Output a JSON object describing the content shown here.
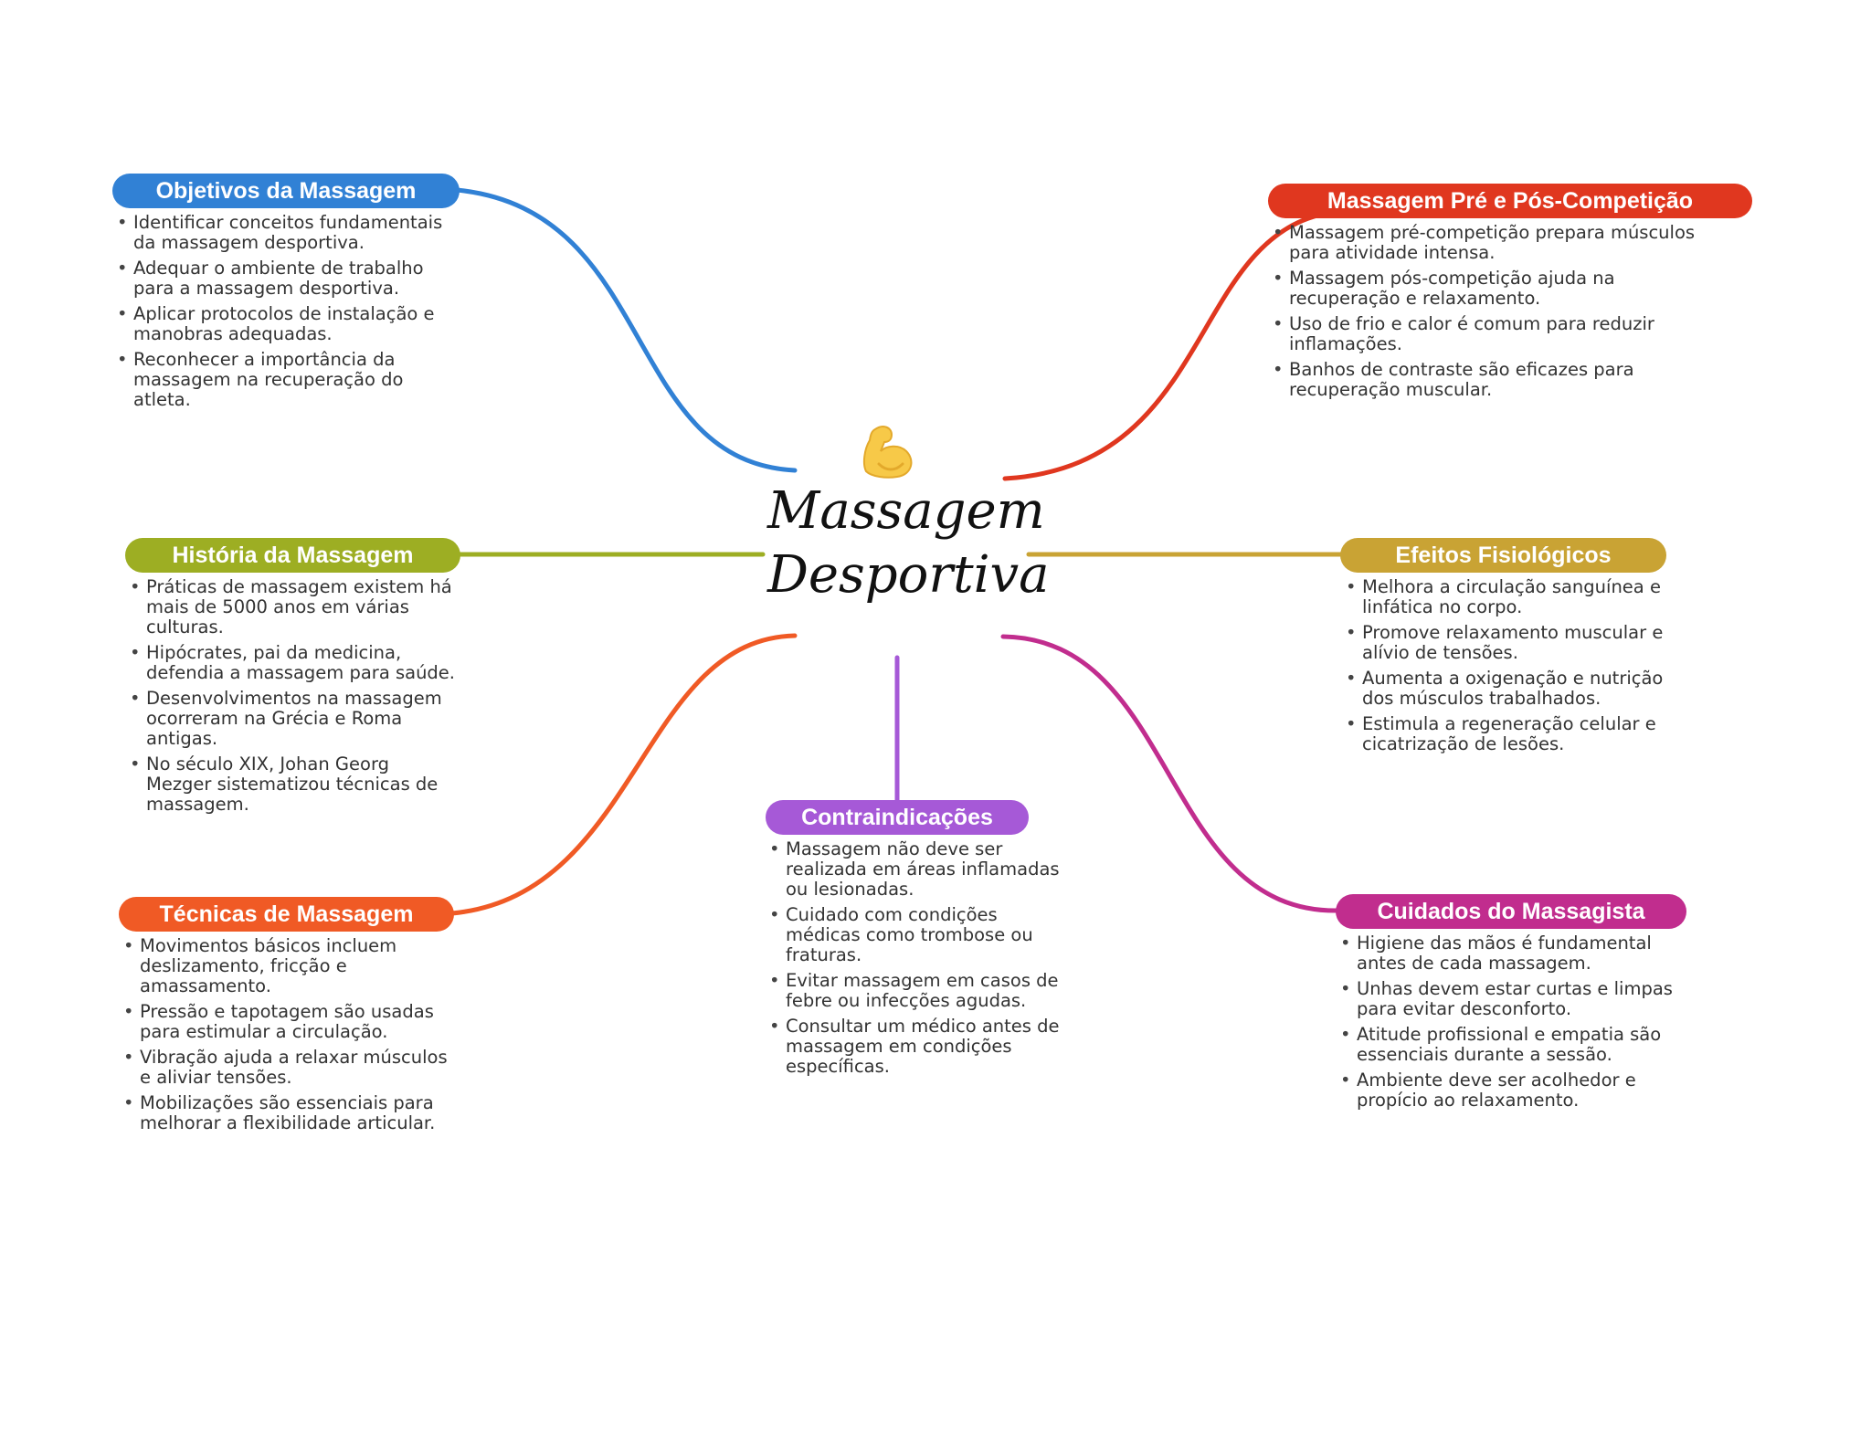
{
  "central": {
    "title_line1": "Massagem",
    "title_line2": "Desportiva",
    "icon": "flexed-biceps-icon"
  },
  "colors": {
    "blue": "#3181D5",
    "red": "#E0371F",
    "olive": "#9DAE23",
    "gold": "#C9A334",
    "orange": "#F05A25",
    "purple": "#A659D7",
    "magenta": "#C12D8E"
  },
  "branches": [
    {
      "id": "objetivos",
      "title": "Objetivos da Massagem",
      "color": "#3181D5",
      "items": [
        "Identificar conceitos fundamentais da massagem desportiva.",
        "Adequar o ambiente de trabalho para a massagem desportiva.",
        "Aplicar protocolos de instalação e manobras adequadas.",
        "Reconhecer a importância da massagem na recuperação do atleta."
      ]
    },
    {
      "id": "historia",
      "title": "História da Massagem",
      "color": "#9DAE23",
      "items": [
        "Práticas de massagem existem há mais de 5000 anos em várias culturas.",
        "Hipócrates, pai da medicina, defendia a massagem para saúde.",
        "Desenvolvimentos na massagem ocorreram na Grécia e Roma antigas.",
        "No século XIX, Johan Georg Mezger sistematizou técnicas de massagem."
      ]
    },
    {
      "id": "tecnicas",
      "title": "Técnicas de Massagem",
      "color": "#F05A25",
      "items": [
        "Movimentos básicos incluem deslizamento, fricção e amassamento.",
        "Pressão e tapotagem são usadas para estimular a circulação.",
        "Vibração ajuda a relaxar músculos e aliviar tensões.",
        "Mobilizações são essenciais para melhorar a flexibilidade articular."
      ]
    },
    {
      "id": "contraindicacoes",
      "title": "Contraindicações",
      "color": "#A659D7",
      "items": [
        "Massagem não deve ser realizada em áreas inflamadas ou lesionadas.",
        "Cuidado com condições médicas como trombose ou fraturas.",
        "Evitar massagem em casos de febre ou infecções agudas.",
        "Consultar um médico antes de massagem em condições específicas."
      ]
    },
    {
      "id": "pre-pos",
      "title": "Massagem Pré e Pós-Competição",
      "color": "#E0371F",
      "items": [
        "Massagem pré-competição prepara músculos para atividade intensa.",
        "Massagem pós-competição ajuda na recuperação e relaxamento.",
        "Uso de frio e calor é comum para reduzir inflamações.",
        "Banhos de contraste são eficazes para recuperação muscular."
      ]
    },
    {
      "id": "efeitos",
      "title": "Efeitos Fisiológicos",
      "color": "#C9A334",
      "items": [
        "Melhora a circulação sanguínea e linfática no corpo.",
        "Promove relaxamento muscular e alívio de tensões.",
        "Aumenta a oxigenação e nutrição dos músculos trabalhados.",
        "Estimula a regeneração celular e cicatrização de lesões."
      ]
    },
    {
      "id": "cuidados",
      "title": "Cuidados do Massagista",
      "color": "#C12D8E",
      "items": [
        "Higiene das mãos é fundamental antes de cada massagem.",
        "Unhas devem estar curtas e limpas para evitar desconforto.",
        "Atitude profissional e empatia são essenciais durante a sessão.",
        "Ambiente deve ser acolhedor e propício ao relaxamento."
      ]
    }
  ]
}
